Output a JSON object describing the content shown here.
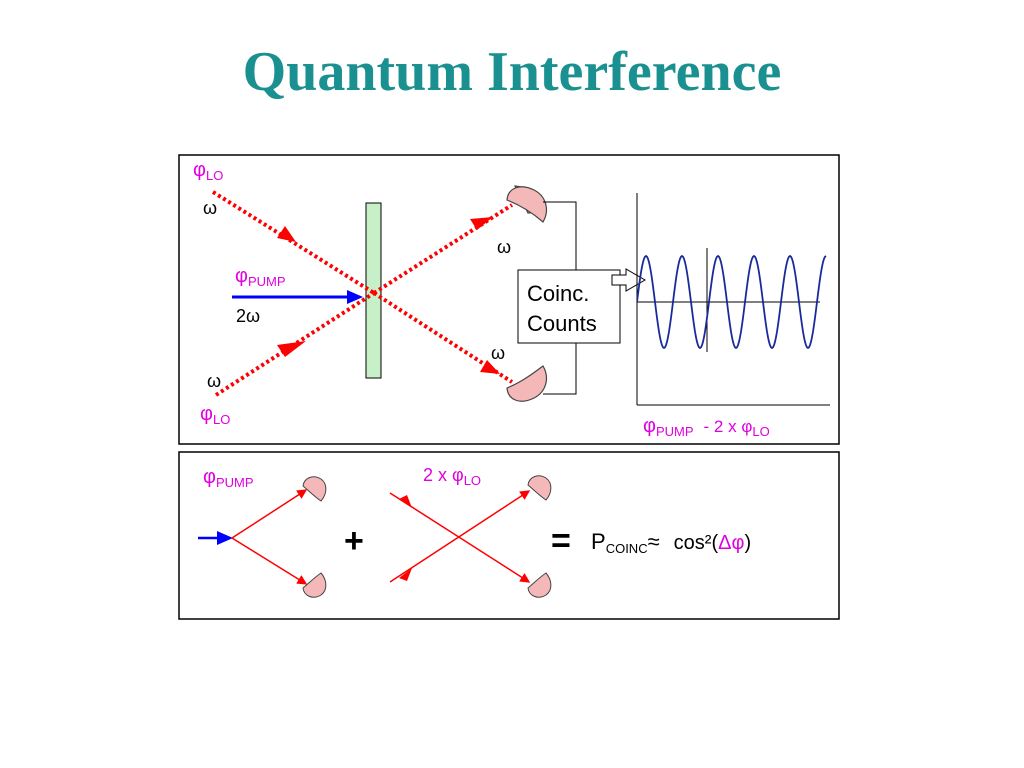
{
  "title": "Quantum Interference",
  "colors": {
    "title": "#1a9090",
    "lo_beam": "#ff0000",
    "pump_beam": "#0000ff",
    "label": "#e000e0",
    "crystal_fill": "#c8f0c8",
    "detector_fill": "#f4b8b8",
    "fringe": "#1a2a9a"
  },
  "top_panel": {
    "phi": "φ",
    "lo_sub": "LO",
    "pump_sub": "PUMP",
    "omega": "ω",
    "pump_freq": "2ω",
    "coinc_line1": "Coinc.",
    "coinc_line2": "Counts",
    "axis_mid": "- 2 x φ",
    "detector_icon": "detector-icon",
    "crystal_icon": "crystal-icon"
  },
  "bottom_panel": {
    "phi": "φ",
    "pump_sub": "PUMP",
    "lo_prefix": "2 x φ",
    "lo_sub": "LO",
    "plus": "+",
    "equals": "=",
    "p": "P",
    "coinc_sub": "COINC",
    "approx": "≈",
    "cos_sq": "cos²(",
    "delta_phi": "Δφ",
    "close_paren": ")"
  }
}
